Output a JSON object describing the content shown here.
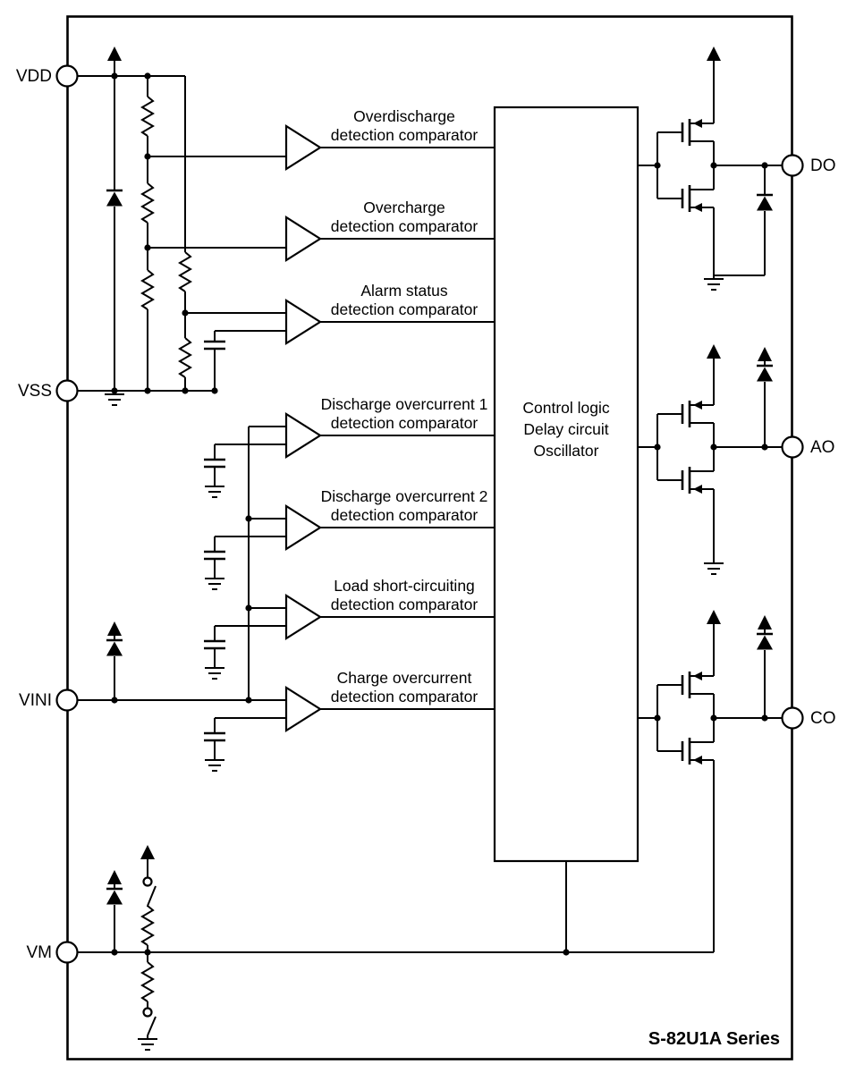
{
  "diagram": {
    "title": "S-82U1A Series",
    "pins": {
      "vdd": "VDD",
      "vss": "VSS",
      "vini": "VINI",
      "vm": "VM",
      "do": "DO",
      "ao": "AO",
      "co": "CO"
    },
    "control_block": {
      "line1": "Control logic",
      "line2": "Delay circuit",
      "line3": "Oscillator"
    },
    "comparators": [
      {
        "line1": "Overdischarge",
        "line2": "detection comparator"
      },
      {
        "line1": "Overcharge",
        "line2": "detection comparator"
      },
      {
        "line1": "Alarm status",
        "line2": "detection comparator"
      },
      {
        "line1": "Discharge overcurrent 1",
        "line2": "detection comparator"
      },
      {
        "line1": "Discharge overcurrent 2",
        "line2": "detection comparator"
      },
      {
        "line1": "Load short-circuiting",
        "line2": "detection comparator"
      },
      {
        "line1": "Charge overcurrent",
        "line2": "detection comparator"
      }
    ],
    "colors": {
      "line": "#000000",
      "background": "#ffffff"
    }
  }
}
